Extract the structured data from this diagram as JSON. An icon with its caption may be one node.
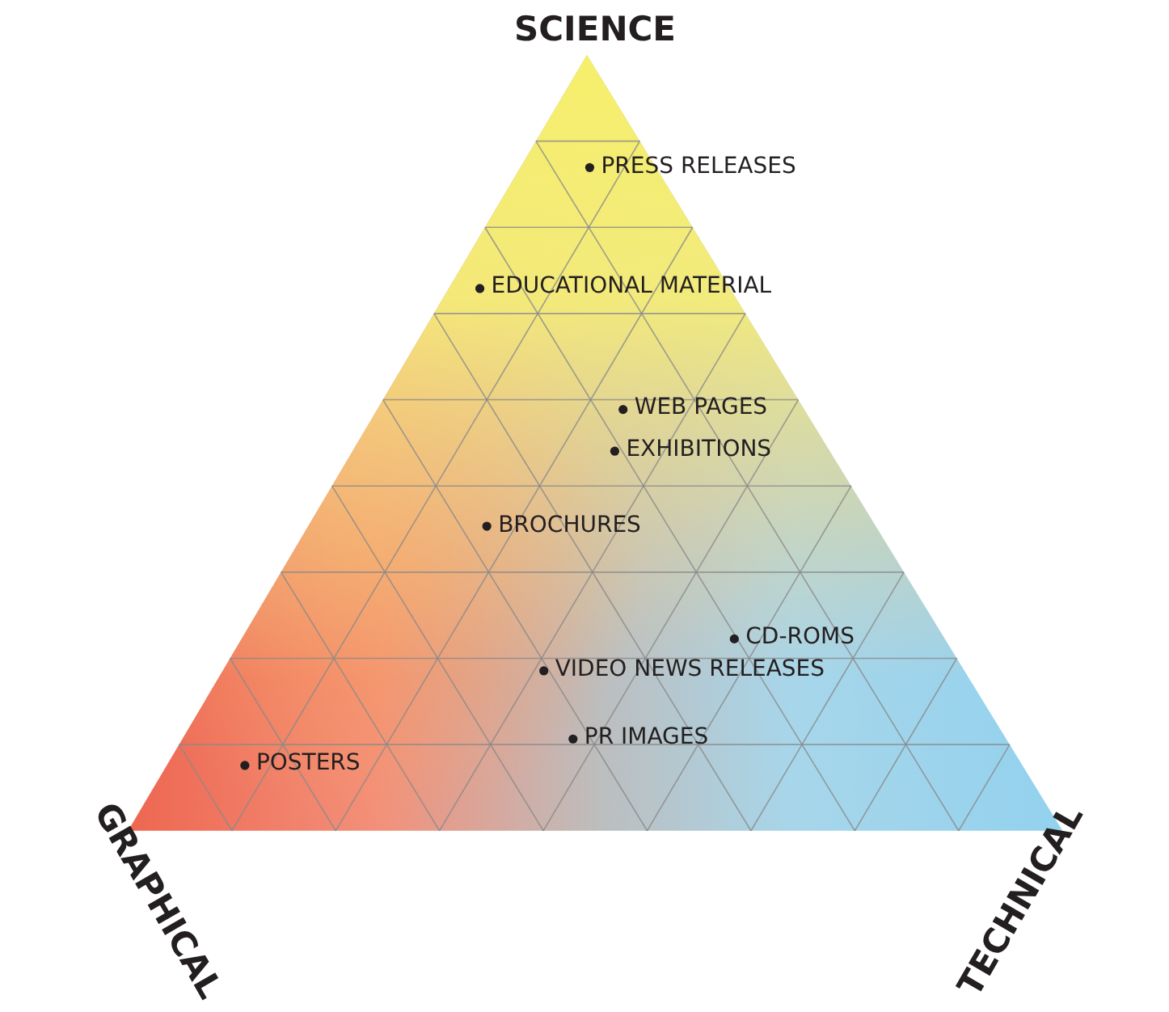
{
  "diagram": {
    "labels": [
      "SCIENCE",
      "PRESS RELEASES",
      "EDUCATIONAL MATERIAL",
      "WEB PAGES",
      "EXHIBITIONS",
      "BROCHURES",
      "CD-ROMS",
      "VIDEO NEWS RELEASES",
      "PR IMAGES",
      "POSTERS",
      "GRAPHICAL",
      "TECHNICAL"
    ]
  }
}
